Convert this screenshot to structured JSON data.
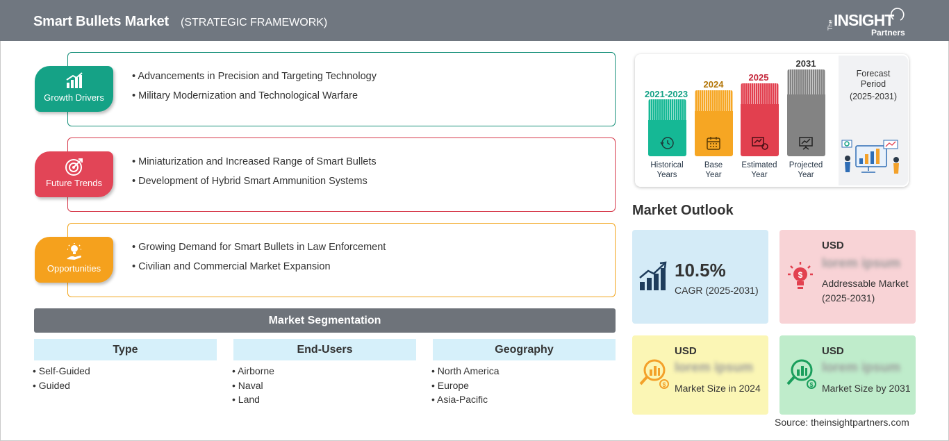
{
  "header": {
    "title": "Smart Bullets Market",
    "subtitle": "(STRATEGIC FRAMEWORK)",
    "logo_the": "The",
    "logo_insight": "INSIGHT",
    "logo_partners": "Partners"
  },
  "framework": {
    "growth_drivers": {
      "label": "Growth Drivers",
      "items": [
        "Advancements in Precision and Targeting Technology",
        "Military Modernization and Technological Warfare"
      ],
      "color": "#15a286"
    },
    "future_trends": {
      "label": "Future Trends",
      "items": [
        "Miniaturization and Increased Range of Smart Bullets",
        "Development of Hybrid Smart Ammunition Systems"
      ],
      "color": "#e24557"
    },
    "opportunities": {
      "label": "Opportunities",
      "items": [
        "Growing Demand for Smart Bullets in Law Enforcement",
        "Civilian and Commercial Market Expansion"
      ],
      "color": "#f5a11d"
    }
  },
  "segmentation": {
    "title": "Market Segmentation",
    "type": {
      "title": "Type",
      "items": [
        "Self-Guided",
        "Guided"
      ]
    },
    "end_users": {
      "title": "End-Users",
      "items": [
        "Airborne",
        "Naval",
        "Land"
      ]
    },
    "geography": {
      "title": "Geography",
      "items": [
        "North America",
        "Europe",
        "Asia-Pacific"
      ]
    }
  },
  "timeline": {
    "historical": {
      "year": "2021-2023",
      "caption_1": "Historical",
      "caption_2": "Years",
      "color": "#15b895"
    },
    "base": {
      "year": "2024",
      "caption_1": "Base",
      "caption_2": "Year",
      "color": "#f6a623"
    },
    "estimated": {
      "year": "2025",
      "caption_1": "Estimated",
      "caption_2": "Year",
      "color": "#e2404f"
    },
    "projected": {
      "year": "2031",
      "caption_1": "Projected",
      "caption_2": "Year",
      "color": "#838383"
    },
    "forecast_1": "Forecast",
    "forecast_2": "Period",
    "forecast_3": "(2025-2031)"
  },
  "outlook": {
    "title": "Market Outlook",
    "cagr": {
      "value": "10.5%",
      "label": "CAGR (2025-2031)"
    },
    "addressable": {
      "currency": "USD",
      "value": "lorem ipsum",
      "label": "Addressable Market (2025-2031)"
    },
    "size_2024": {
      "currency": "USD",
      "value": "lorem ipsum",
      "label": "Market Size in 2024"
    },
    "size_2031": {
      "currency": "USD",
      "value": "lorem ipsum",
      "label": "Market Size by 2031"
    }
  },
  "source": "Source: theinsightpartners.com"
}
